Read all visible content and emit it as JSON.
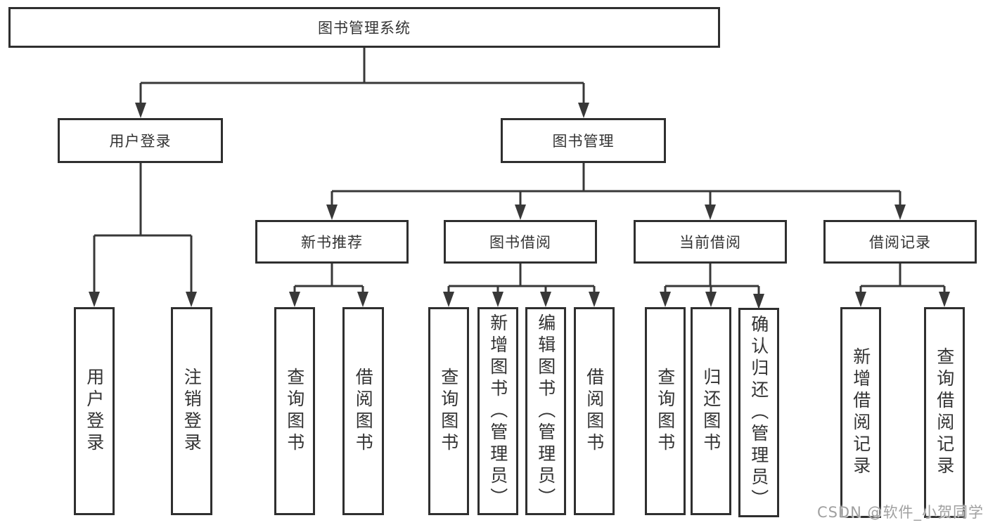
{
  "tree": {
    "label": "图书管理系统",
    "children": [
      {
        "label": "用户登录",
        "children": [
          {
            "label": "用户登录"
          },
          {
            "label": "注销登录"
          }
        ]
      },
      {
        "label": "图书管理",
        "children": [
          {
            "label": "新书推荐",
            "children": [
              {
                "label": "查询图书"
              },
              {
                "label": "借阅图书"
              }
            ]
          },
          {
            "label": "图书借阅",
            "children": [
              {
                "label": "查询图书"
              },
              {
                "label": "新增图书（管理员）"
              },
              {
                "label": "编辑图书（管理员）"
              },
              {
                "label": "借阅图书"
              }
            ]
          },
          {
            "label": "当前借阅",
            "children": [
              {
                "label": "查询图书"
              },
              {
                "label": "归还图书"
              },
              {
                "label": "确认归还（管理员）"
              }
            ]
          },
          {
            "label": "借阅记录",
            "children": [
              {
                "label": "新增借阅记录"
              },
              {
                "label": "查询借阅记录"
              }
            ]
          }
        ]
      }
    ]
  },
  "watermark": {
    "text": "CSDN @软件_小贺同学"
  },
  "colors": {
    "line": "#383838",
    "box_border": "#2f2f2f",
    "box_background": "#ffffff",
    "text": "#333333",
    "watermark_text": "#a0a0a0",
    "page_background": "#ffffff"
  }
}
